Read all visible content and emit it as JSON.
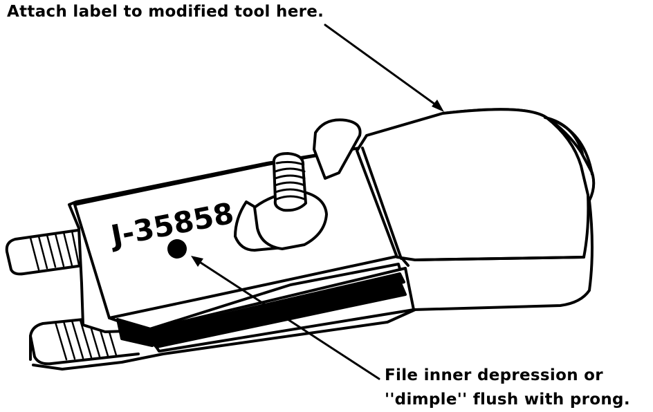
{
  "callouts": {
    "label_location": "Attach label to modified tool here.",
    "dimple_line1": "File inner depression or",
    "dimple_line2": "''dimple'' flush with prong."
  },
  "tool": {
    "part_number": "J-35858"
  },
  "colors": {
    "ink": "#000000",
    "paper": "#ffffff"
  }
}
